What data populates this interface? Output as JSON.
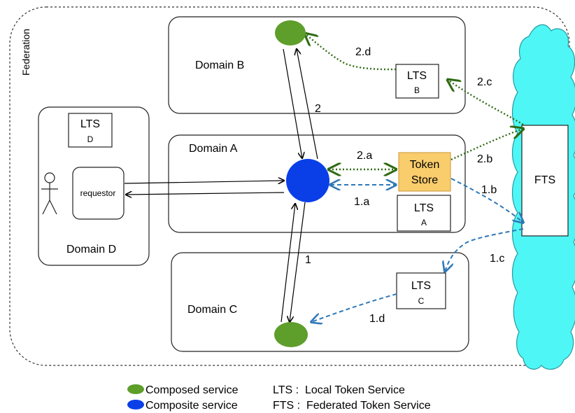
{
  "federation": {
    "label": "Federation"
  },
  "domains": {
    "a": {
      "label": "Domain A"
    },
    "b": {
      "label": "Domain B"
    },
    "c": {
      "label": "Domain C"
    },
    "d": {
      "label": "Domain D"
    }
  },
  "lts_boxes": {
    "a": {
      "title": "LTS",
      "sub": "A"
    },
    "b": {
      "title": "LTS",
      "sub": "B"
    },
    "c": {
      "title": "LTS",
      "sub": "C"
    },
    "d": {
      "title": "LTS",
      "sub": "D"
    }
  },
  "token_store": {
    "line1": "Token",
    "line2": "Store"
  },
  "requestor": {
    "label": "requestor"
  },
  "fts": {
    "label": "FTS"
  },
  "edge_labels": {
    "e1": "1",
    "e2": "2",
    "e1a": "1.a",
    "e1b": "1.b",
    "e1c": "1.c",
    "e1d": "1.d",
    "e2a": "2.a",
    "e2b": "2.b",
    "e2c": "2.c",
    "e2d": "2.d"
  },
  "legend": {
    "composed": "Composed service",
    "composite": "Composite service",
    "lts": "LTS :  Local Token Service",
    "fts": "FTS :  Federated Token Service"
  },
  "colors": {
    "composed_service": "#5e9e2a",
    "composite_service": "#0a3fe8",
    "token_store_fill": "#f9cc6c",
    "cloud_fill": "#4ef7f5",
    "green_arrow": "#2e6b12",
    "blue_arrow": "#2f78b8"
  }
}
